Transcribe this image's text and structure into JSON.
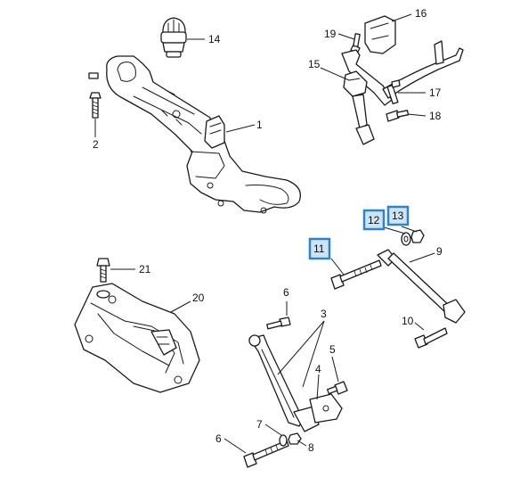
{
  "callouts": {
    "c1": "1",
    "c2": "2",
    "c3": "3",
    "c4": "4",
    "c5": "5",
    "c6a": "6",
    "c6b": "6",
    "c7": "7",
    "c8": "8",
    "c9": "9",
    "c10": "10",
    "c11": "11",
    "c12": "12",
    "c13": "13",
    "c14": "14",
    "c15": "15",
    "c16": "16",
    "c17": "17",
    "c18": "18",
    "c19": "19",
    "c20": "20",
    "c21": "21"
  },
  "highlight": {
    "box_fill": "#cfe3f4",
    "box_stroke": "#2a86c8"
  }
}
